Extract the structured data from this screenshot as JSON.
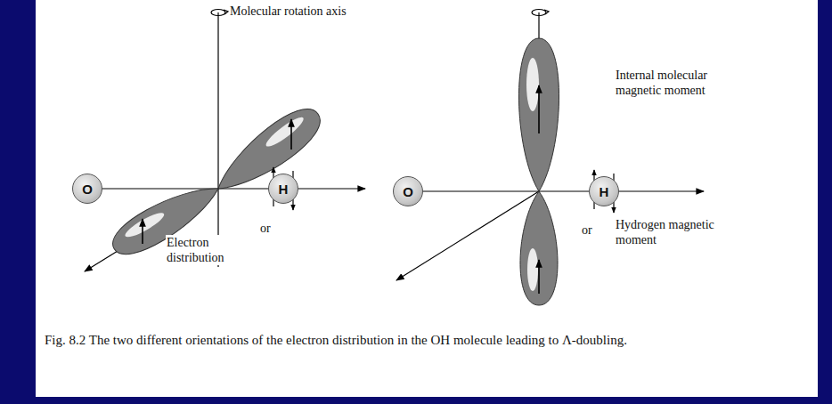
{
  "diagram": {
    "caption": "Fig. 8.2 The two different orientations of the electron distribution in the OH molecule leading to Λ-doubling.",
    "nodes": [
      {
        "text": [
          "O"
        ]
      },
      {
        "text": [
          "H"
        ]
      },
      {
        "text": [
          "O"
        ]
      },
      {
        "text": [
          "H"
        ]
      }
    ],
    "labels": [
      "Molecular rotation axis",
      "Electron distribution",
      "or",
      "Internal molecular magnetic moment",
      "or",
      "Hydrogen magnetic moment"
    ]
  }
}
